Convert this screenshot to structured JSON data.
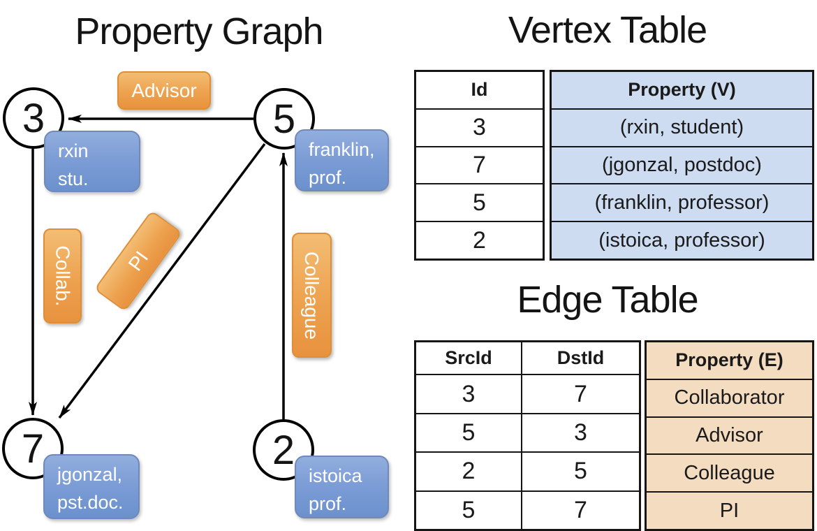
{
  "colors": {
    "vertex_column_bg": "#cedcf1",
    "edge_column_bg": "#f4dcc1",
    "node_box_blue": "#7d9dd6",
    "edge_label_orange": "#eda24f",
    "stroke_black": "#000000"
  },
  "graph": {
    "title": "Property Graph",
    "nodes": [
      {
        "id": "3",
        "property": "rxin\nstu."
      },
      {
        "id": "5",
        "property": "franklin,\nprof."
      },
      {
        "id": "7",
        "property": "jgonzal,\npst.doc."
      },
      {
        "id": "2",
        "property": "istoica\nprof."
      }
    ],
    "edge_labels": {
      "advisor": "Advisor",
      "collab": "Collab.",
      "pi": "PI",
      "colleague": "Colleague"
    }
  },
  "vertex_table": {
    "title": "Vertex Table",
    "id_header": "Id",
    "property_header": "Property (V)",
    "rows": [
      {
        "id": "3",
        "property": "(rxin, student)"
      },
      {
        "id": "7",
        "property": "(jgonzal, postdoc)"
      },
      {
        "id": "5",
        "property": "(franklin, professor)"
      },
      {
        "id": "2",
        "property": "(istoica, professor)"
      }
    ]
  },
  "edge_table": {
    "title": "Edge Table",
    "src_header": "SrcId",
    "dst_header": "DstId",
    "property_header": "Property (E)",
    "rows": [
      {
        "src": "3",
        "dst": "7",
        "property": "Collaborator"
      },
      {
        "src": "5",
        "dst": "3",
        "property": "Advisor"
      },
      {
        "src": "2",
        "dst": "5",
        "property": "Colleague"
      },
      {
        "src": "5",
        "dst": "7",
        "property": "PI"
      }
    ]
  }
}
